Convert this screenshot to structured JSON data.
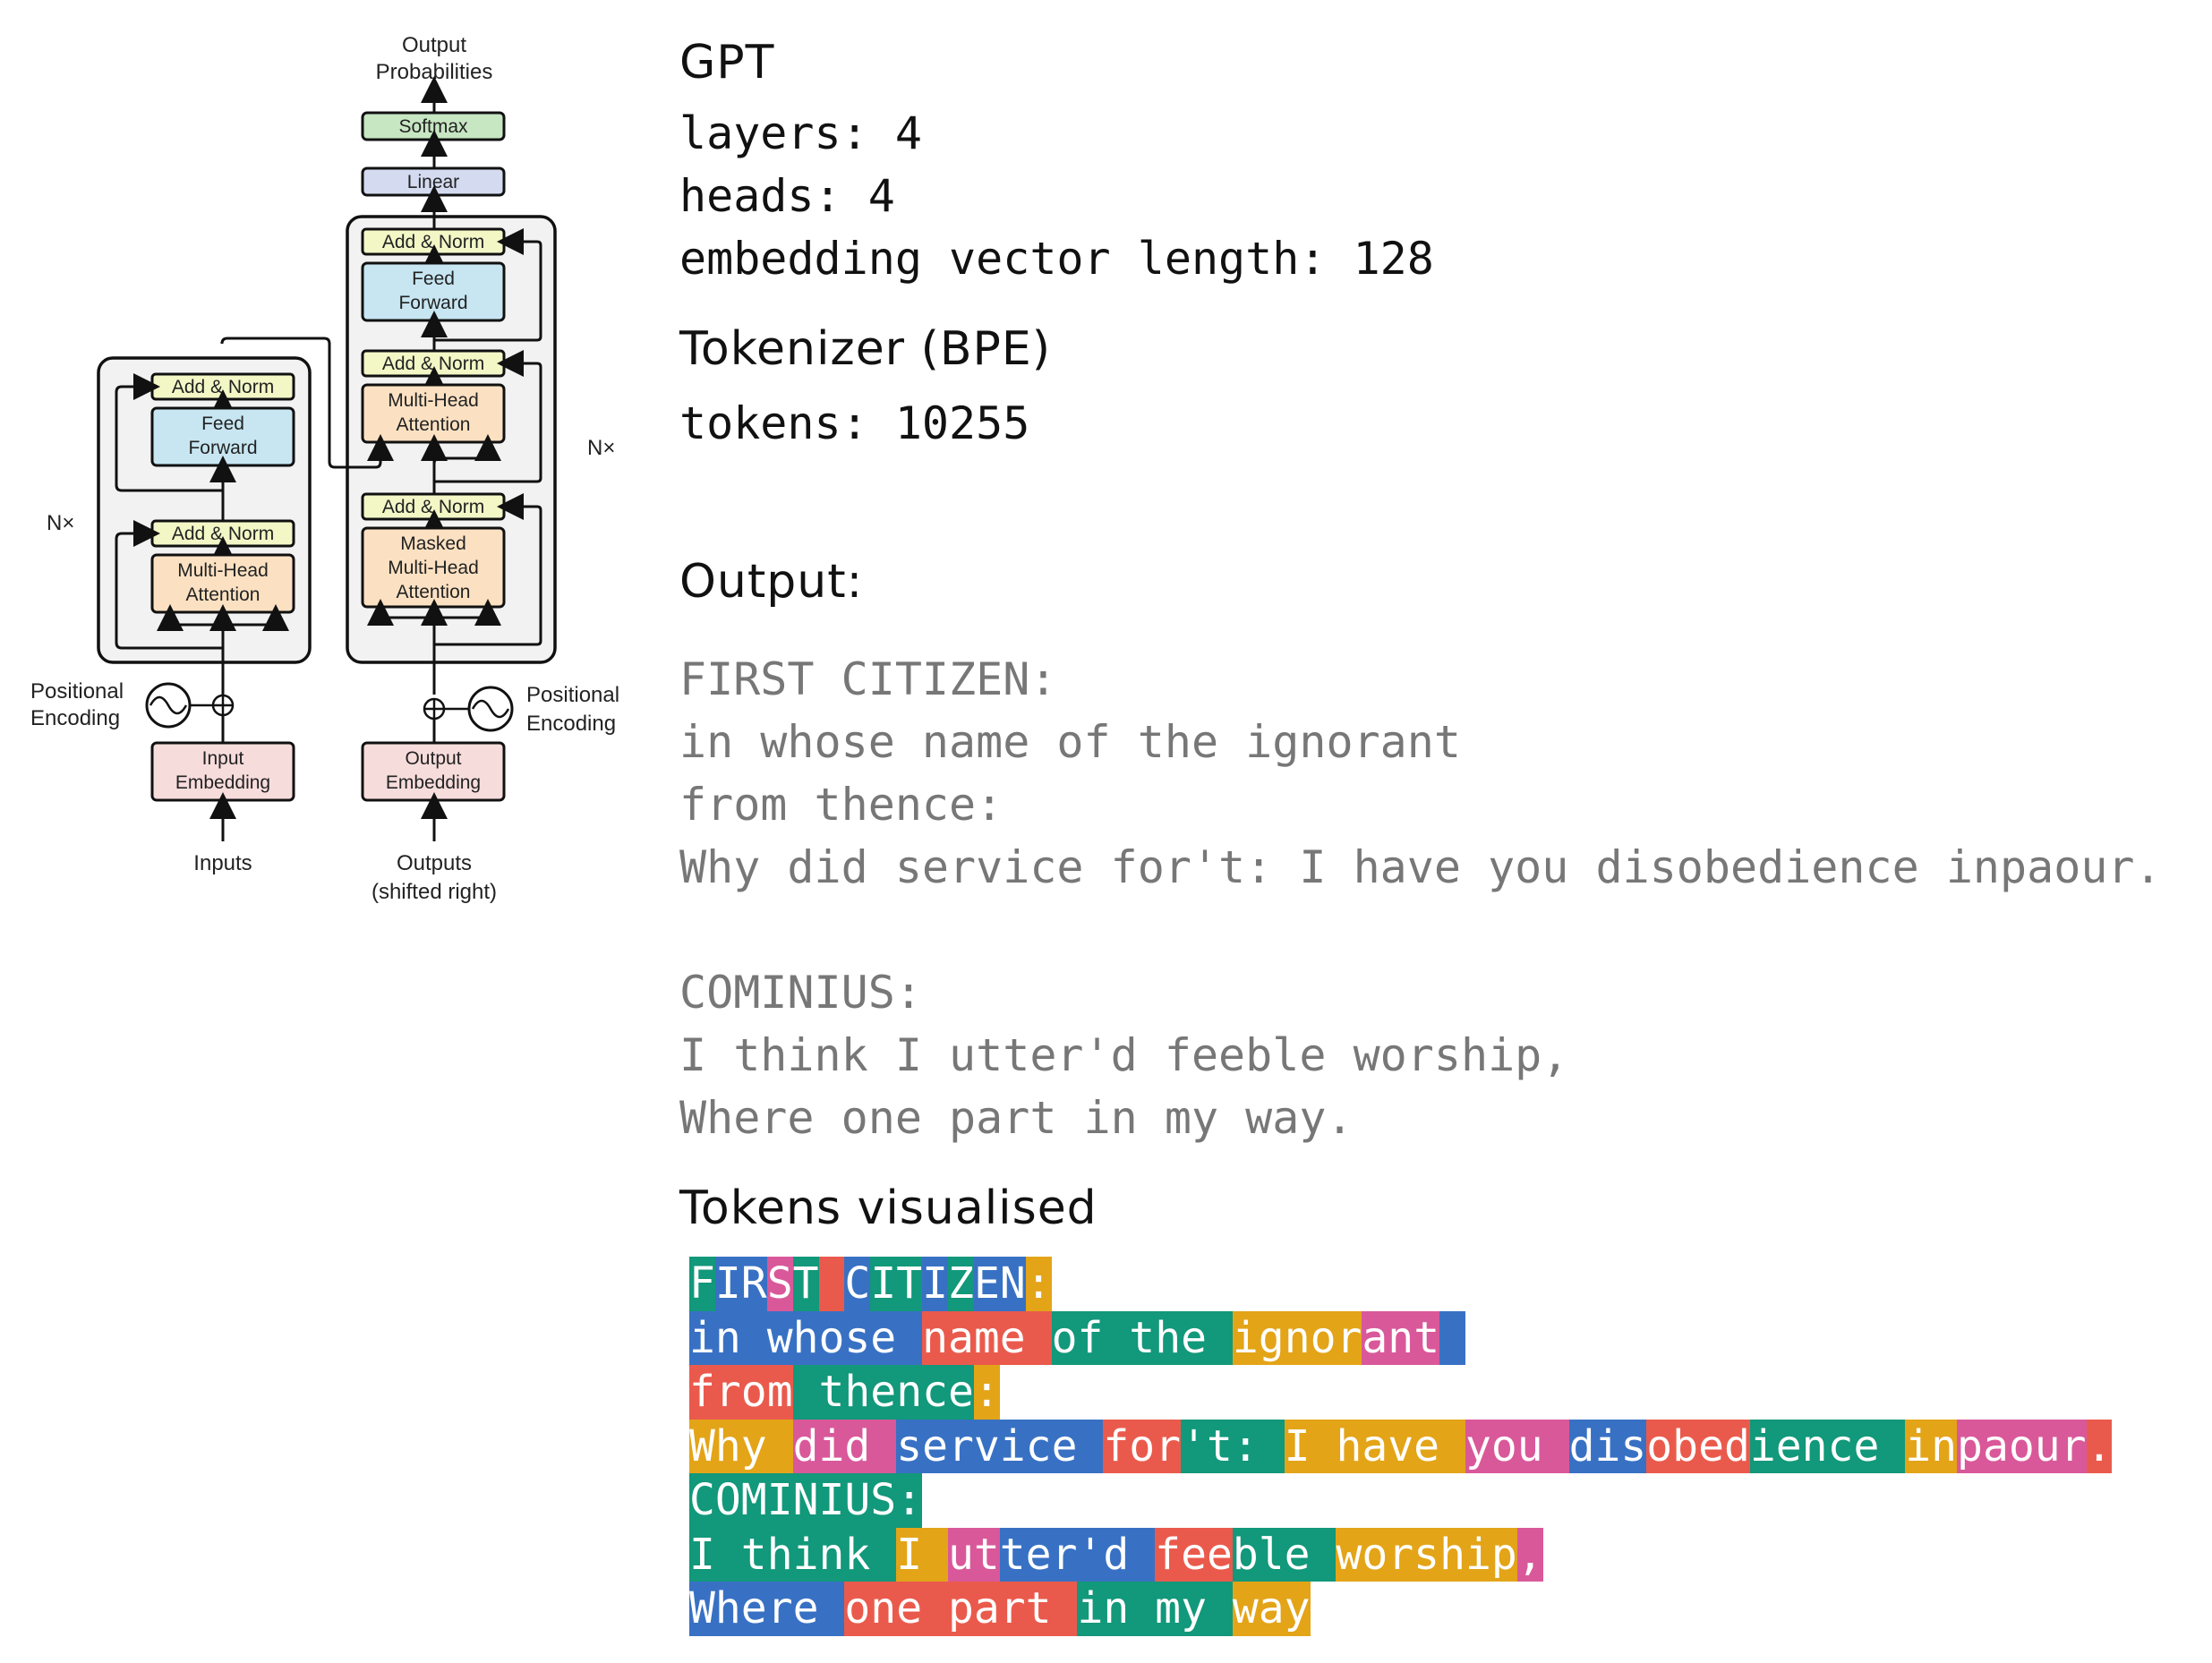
{
  "diagram": {
    "output_probabilities": [
      "Output",
      "Probabilities"
    ],
    "softmax": "Softmax",
    "linear": "Linear",
    "add_norm": "Add & Norm",
    "feed_forward": [
      "Feed",
      "Forward"
    ],
    "multi_head_attention": [
      "Multi-Head",
      "Attention"
    ],
    "masked_multi_head_attention": [
      "Masked",
      "Multi-Head",
      "Attention"
    ],
    "nx": "N×",
    "positional_encoding": [
      "Positional",
      "Encoding"
    ],
    "input_embedding": [
      "Input",
      "Embedding"
    ],
    "output_embedding": [
      "Output",
      "Embedding"
    ],
    "inputs": "Inputs",
    "outputs": [
      "Outputs",
      "(shifted right)"
    ]
  },
  "model": {
    "title": "GPT",
    "layers": "layers: 4",
    "heads": "heads: 4",
    "embedding": "embedding vector length: 128"
  },
  "tokenizer": {
    "title": "Tokenizer (BPE)",
    "tokens": "tokens: 10255"
  },
  "output": {
    "heading": "Output:",
    "lines": [
      "FIRST CITIZEN:",
      "in whose name of the ignorant",
      "from thence:",
      "Why did service for't: I have you disobedience inpaour.",
      "",
      "COMINIUS:",
      "I think I utter'd feeble worship,",
      "Where one part in my way."
    ]
  },
  "tokens_visualised": {
    "heading": "Tokens visualised",
    "colors": {
      "green": "#12987a",
      "blue": "#3871c4",
      "red": "#ea5a4c",
      "yellow": "#e3a418",
      "pink": "#d9589a"
    },
    "lines": [
      [
        [
          "F",
          "green"
        ],
        [
          "IR",
          "blue"
        ],
        [
          "S",
          "pink"
        ],
        [
          "T",
          "green"
        ],
        [
          " ",
          "red"
        ],
        [
          "C",
          "blue"
        ],
        [
          "IT",
          "green"
        ],
        [
          "I",
          "blue"
        ],
        [
          "Z",
          "green"
        ],
        [
          "EN",
          "blue"
        ],
        [
          ":",
          "yellow"
        ]
      ],
      [
        [
          "in whose ",
          "blue"
        ],
        [
          "name ",
          "red"
        ],
        [
          "of the ",
          "green"
        ],
        [
          "ignor",
          "yellow"
        ],
        [
          "ant",
          "pink"
        ],
        [
          " ",
          "blue"
        ]
      ],
      [
        [
          "from",
          "red"
        ],
        [
          " thence",
          "green"
        ],
        [
          ":",
          "yellow"
        ]
      ],
      [
        [
          "Why ",
          "yellow"
        ],
        [
          "did ",
          "pink"
        ],
        [
          "service ",
          "blue"
        ],
        [
          "for",
          "red"
        ],
        [
          "'t: ",
          "green"
        ],
        [
          "I have ",
          "yellow"
        ],
        [
          "you ",
          "pink"
        ],
        [
          "dis",
          "blue"
        ],
        [
          "obed",
          "red"
        ],
        [
          "ience ",
          "green"
        ],
        [
          "in",
          "yellow"
        ],
        [
          "paour",
          "pink"
        ],
        [
          ".",
          "red"
        ]
      ],
      [
        [
          "COMINIUS:",
          "green"
        ]
      ],
      [
        [
          "I think ",
          "green"
        ],
        [
          "I ",
          "yellow"
        ],
        [
          "ut",
          "pink"
        ],
        [
          "ter'd ",
          "blue"
        ],
        [
          "fee",
          "red"
        ],
        [
          "ble ",
          "green"
        ],
        [
          "worship",
          "yellow"
        ],
        [
          ",",
          "pink"
        ]
      ],
      [
        [
          "Where ",
          "blue"
        ],
        [
          "one part ",
          "red"
        ],
        [
          "in my ",
          "green"
        ],
        [
          "way",
          "yellow"
        ]
      ]
    ]
  }
}
